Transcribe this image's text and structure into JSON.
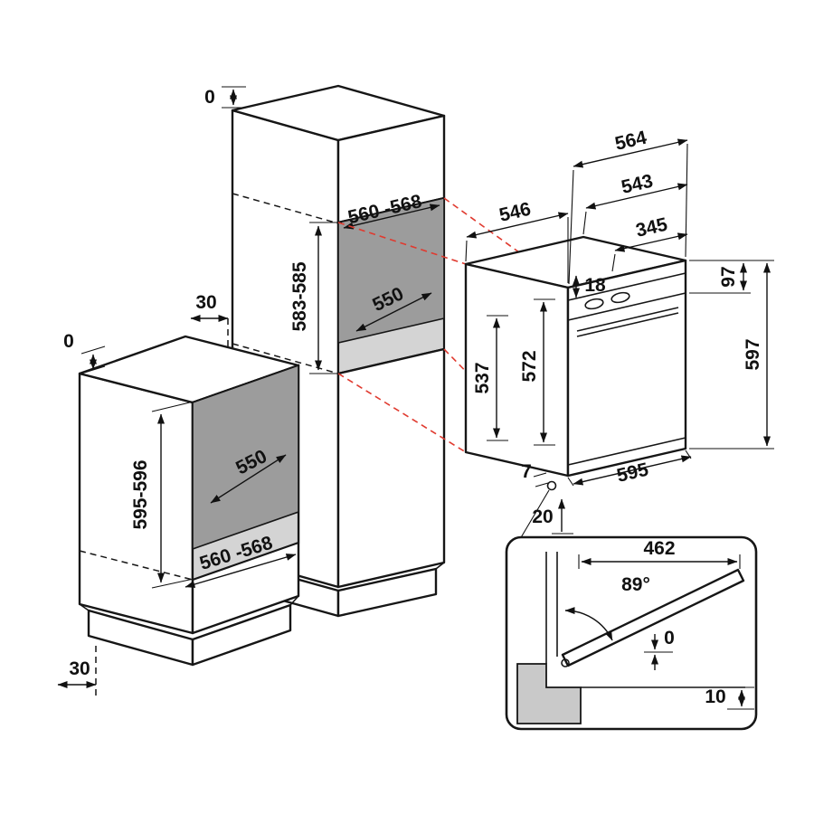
{
  "title": "Built-in oven installation dimensions diagram",
  "colors": {
    "line": "#161616",
    "projection_red": "#e03a2f",
    "niche_back": "#9c9c9c",
    "niche_floor": "#d4d4d4",
    "section_gray": "#c9c9c9"
  },
  "tall_unit": {
    "top_gap": "0",
    "rear_gap": "30",
    "niche_width": "560 -568",
    "niche_height": "583-585",
    "niche_depth": "550"
  },
  "base_unit": {
    "top_gap": "0",
    "plinth_recess": "30",
    "niche_depth": "550",
    "niche_height": "595-596",
    "niche_width": "560 -568"
  },
  "oven": {
    "depth_total": "564",
    "depth_no_door": "543",
    "body_depth": "546",
    "control_depth": "345",
    "trim_height": "18",
    "control_height": "97",
    "height": "597",
    "body_height": "537",
    "front_height": "572",
    "width": "595",
    "foot_offset": "7",
    "bottom_clearance": "20"
  },
  "door_detail": {
    "projection": "462",
    "opening_angle": "89°",
    "gap_flush": "0",
    "gap_bottom": "10"
  }
}
